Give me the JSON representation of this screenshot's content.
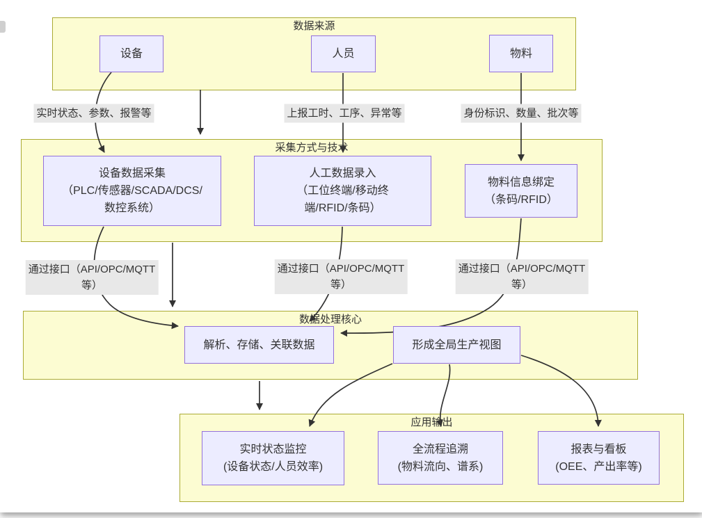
{
  "clusters": {
    "sources": {
      "title": "数据来源"
    },
    "collection": {
      "title": "采集方式与技术"
    },
    "processing": {
      "title": "数据处理核心"
    },
    "output": {
      "title": "应用输出"
    }
  },
  "nodes": {
    "device": {
      "line1": "设备"
    },
    "person": {
      "line1": "人员"
    },
    "material": {
      "line1": "物料"
    },
    "device_capture": {
      "line1": "设备数据采集",
      "line2": "（PLC/传感器/SCADA/DCS/",
      "line3": "数控系统）"
    },
    "manual_entry": {
      "line1": "人工数据录入",
      "line2": "（工位终端/移动终",
      "line3": "端/RFID/条码）"
    },
    "material_binding": {
      "line1": "物料信息绑定",
      "line2": "（条码/RFID）"
    },
    "parse_store": {
      "line1": "解析、存储、关联数据"
    },
    "global_view": {
      "line1": "形成全局生产视图"
    },
    "realtime_monitor": {
      "line1": "实时状态监控",
      "line2": "(设备状态/人员效率)"
    },
    "traceability": {
      "line1": "全流程追溯",
      "line2": "(物料流向、谱系)"
    },
    "reports_boards": {
      "line1": "报表与看板",
      "line2": "(OEE、产出率等)"
    }
  },
  "edge_labels": {
    "device_data": "实时状态、参数、报警等",
    "person_data": "上报工时、工序、异常等",
    "material_data": "身份标识、数量、批次等",
    "api_line1": "通过接口（API/OPC/MQTT",
    "api_line2": "等）"
  },
  "colors": {
    "container_fill": "#fcfcd2",
    "container_border": "#aaaa33",
    "node_fill": "#ececff",
    "node_border": "#9370db",
    "edge": "#333333",
    "label_bg": "#e8e8e8",
    "text": "#333333"
  }
}
